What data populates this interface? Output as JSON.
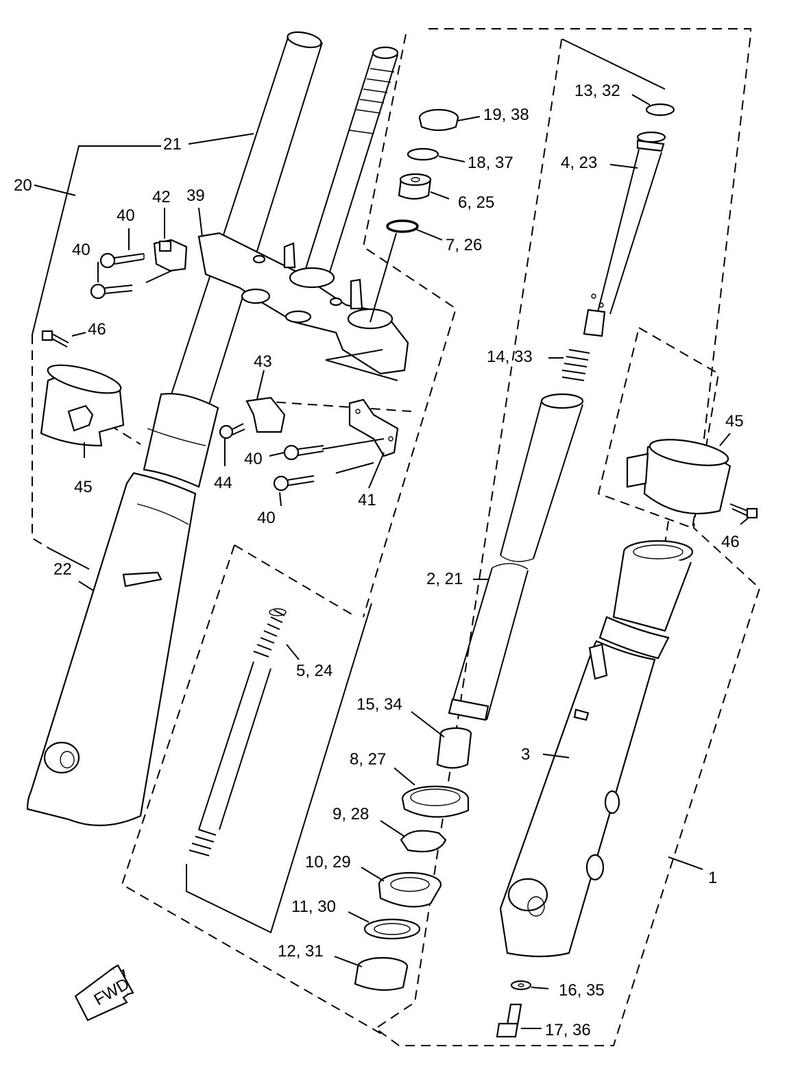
{
  "labels": {
    "l1": "1",
    "l2_21": "2, 21",
    "l3": "3",
    "l4_23": "4, 23",
    "l5_24": "5, 24",
    "l6_25": "6, 25",
    "l7_26": "7, 26",
    "l8_27": "8, 27",
    "l9_28": "9, 28",
    "l10_29": "10, 29",
    "l11_30": "11, 30",
    "l12_31": "12, 31",
    "l13_32": "13, 32",
    "l14_33": "14, 33",
    "l15_34": "15, 34",
    "l16_35": "16, 35",
    "l17_36": "17, 36",
    "l18_37": "18, 37",
    "l19_38": "19, 38",
    "l20": "20",
    "l21": "21",
    "l22": "22",
    "l39": "39",
    "l40a": "40",
    "l40b": "40",
    "l40c": "40",
    "l40d": "40",
    "l41": "41",
    "l42": "42",
    "l43": "43",
    "l44": "44",
    "l45a": "45",
    "l45b": "45",
    "l46a": "46",
    "l46b": "46"
  },
  "fwd_arrow": "FWD"
}
